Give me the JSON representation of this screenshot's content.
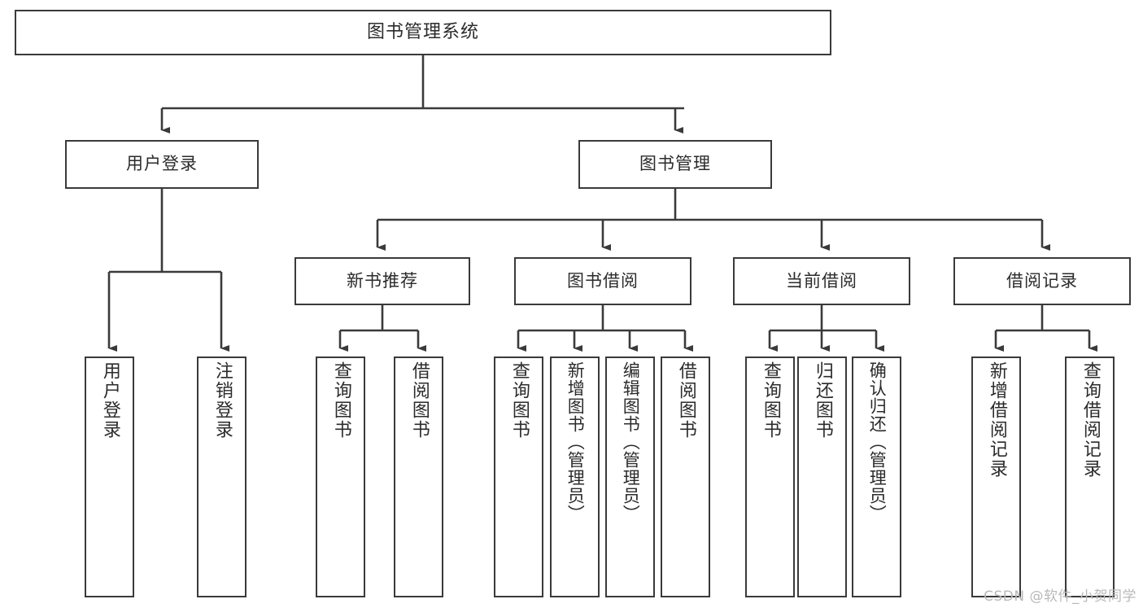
{
  "diagram": {
    "type": "tree-hierarchy",
    "title": "图书管理系统",
    "watermark": "CSDN @软件_小贺同学",
    "colors": {
      "box_border": "#3a3a3a",
      "box_fill": "#ffffff",
      "connector": "#3a3a3a",
      "text": "#2b2b2b",
      "watermark": "#b9b9b9",
      "background": "#ffffff"
    },
    "nodes": {
      "root": "图书管理系统",
      "level2": [
        "用户登录",
        "图书管理"
      ],
      "level3": [
        "新书推荐",
        "图书借阅",
        "当前借阅",
        "借阅记录"
      ],
      "leaves_user_login": [
        "用户登录",
        "注销登录"
      ],
      "leaves_new_book": [
        "查询图书",
        "借阅图书"
      ],
      "leaves_borrow": [
        "查询图书",
        "新增图书（管理员）",
        "编辑图书（管理员）",
        "借阅图书"
      ],
      "leaves_current": [
        "查询图书",
        "归还图书",
        "确认归还（管理员）"
      ],
      "leaves_record": [
        "新增借阅记录",
        "查询借阅记录"
      ]
    }
  }
}
